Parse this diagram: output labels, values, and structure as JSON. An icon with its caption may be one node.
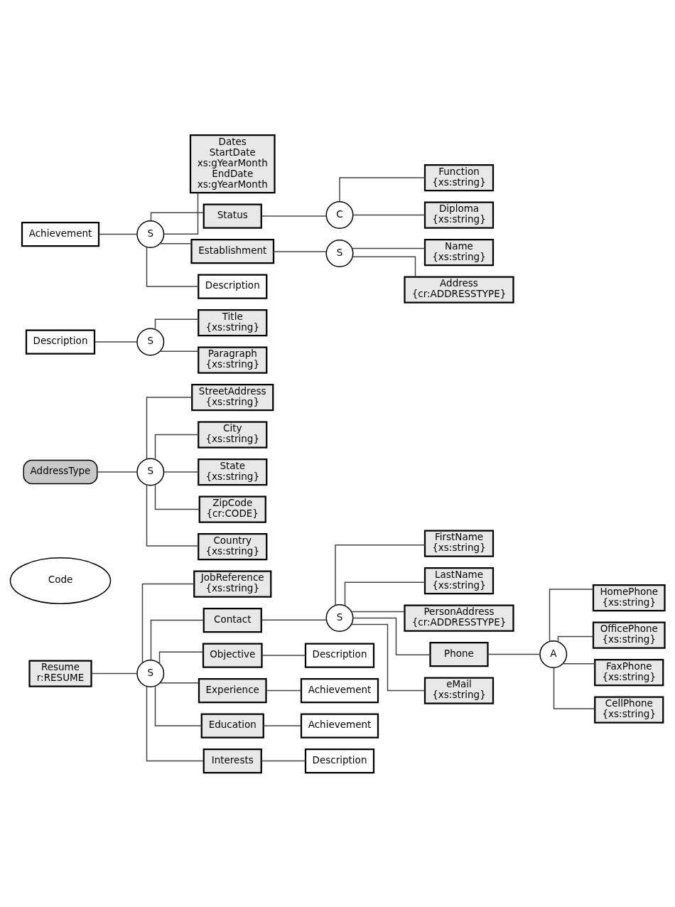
{
  "diagram": {
    "nodes": [
      {
        "text": [
          "Resume",
          "r:RESUME"
        ]
      },
      {
        "text": [
          "S"
        ]
      },
      {
        "text": [
          "JobReference",
          "{xs:string}"
        ]
      },
      {
        "text": [
          "Contact"
        ]
      },
      {
        "text": [
          "S"
        ]
      },
      {
        "text": [
          "FirstName",
          "{xs:string}"
        ]
      },
      {
        "text": [
          "LastName",
          "{xs:string}"
        ]
      },
      {
        "text": [
          "PersonAddress",
          "{cr:ADDRESSTYPE}"
        ]
      },
      {
        "text": [
          "Phone"
        ]
      },
      {
        "text": [
          "A"
        ]
      },
      {
        "text": [
          "HomePhone",
          "{xs:string}"
        ]
      },
      {
        "text": [
          "OfficePhone",
          "{xs:string}"
        ]
      },
      {
        "text": [
          "FaxPhone",
          "{xs:string}"
        ]
      },
      {
        "text": [
          "CellPhone",
          "{xs:string}"
        ]
      },
      {
        "text": [
          "eMail",
          "{xs:string}"
        ]
      },
      {
        "text": [
          "Objective"
        ]
      },
      {
        "text": [
          "Description"
        ]
      },
      {
        "text": [
          "Experience"
        ]
      },
      {
        "text": [
          "Achievement"
        ]
      },
      {
        "text": [
          "Education"
        ]
      },
      {
        "text": [
          "Achievement"
        ]
      },
      {
        "text": [
          "Interests"
        ]
      },
      {
        "text": [
          "Description"
        ]
      },
      {
        "text": [
          "Code"
        ]
      },
      {
        "text": [
          "AddressType"
        ]
      },
      {
        "text": [
          "S"
        ]
      },
      {
        "text": [
          "StreetAddress",
          "{xs:string}"
        ]
      },
      {
        "text": [
          "City",
          "{xs:string}"
        ]
      },
      {
        "text": [
          "State",
          "{xs:string}"
        ]
      },
      {
        "text": [
          "ZipCode",
          "{cr:CODE}"
        ]
      },
      {
        "text": [
          "Country",
          "{xs:string}"
        ]
      },
      {
        "text": [
          "Description"
        ]
      },
      {
        "text": [
          "S"
        ]
      },
      {
        "text": [
          "Title",
          "{xs:string}"
        ]
      },
      {
        "text": [
          "Paragraph",
          "{xs:string}"
        ]
      },
      {
        "text": [
          "Achievement"
        ]
      },
      {
        "text": [
          "S"
        ]
      },
      {
        "text": [
          "Dates",
          "StartDate",
          "xs:gYearMonth",
          "EndDate",
          "xs:gYearMonth"
        ]
      },
      {
        "text": [
          "Status"
        ]
      },
      {
        "text": [
          "C"
        ]
      },
      {
        "text": [
          "Function",
          "{xs:string}"
        ]
      },
      {
        "text": [
          "Diploma",
          "{xs:string}"
        ]
      },
      {
        "text": [
          "Establishment"
        ]
      },
      {
        "text": [
          "S"
        ]
      },
      {
        "text": [
          "Name",
          "{xs:string}"
        ]
      },
      {
        "text": [
          "Address",
          "{cr:ADDRESSTYPE}"
        ]
      },
      {
        "text": [
          "Description"
        ]
      }
    ],
    "edges": [
      {
        "from": 0,
        "to": 1,
        "arrow": "none"
      },
      {
        "from": 1,
        "to": 2,
        "arrow": "none"
      },
      {
        "from": 1,
        "to": 3,
        "arrow": "none"
      },
      {
        "from": 3,
        "to": 4,
        "arrow": "none"
      },
      {
        "from": 4,
        "to": 5,
        "arrow": "none"
      },
      {
        "from": 4,
        "to": 6,
        "arrow": "none"
      },
      {
        "from": 4,
        "to": 7,
        "arrow": "none"
      },
      {
        "from": 4,
        "to": 8,
        "arrow": "none"
      },
      {
        "from": 8,
        "to": 9,
        "arrow": "none"
      },
      {
        "from": 9,
        "to": 10,
        "arrow": "none"
      },
      {
        "from": 9,
        "to": 11,
        "arrow": "none"
      },
      {
        "from": 9,
        "to": 12,
        "arrow": "none"
      },
      {
        "from": 9,
        "to": 13,
        "arrow": "none"
      },
      {
        "from": 4,
        "to": 14,
        "arrow": "none"
      },
      {
        "from": 1,
        "to": 15,
        "arrow": "none"
      },
      {
        "from": 15,
        "to": 16,
        "arrow": "none"
      },
      {
        "from": 1,
        "to": 17,
        "arrow": "none"
      },
      {
        "from": 17,
        "to": 18,
        "arrow": "none"
      },
      {
        "from": 1,
        "to": 19,
        "arrow": "none"
      },
      {
        "from": 19,
        "to": 20,
        "arrow": "none"
      },
      {
        "from": 1,
        "to": 21,
        "arrow": "none"
      },
      {
        "from": 21,
        "to": 22,
        "arrow": "none"
      },
      {
        "from": 24,
        "to": 25,
        "arrow": "none"
      },
      {
        "from": 25,
        "to": 26,
        "arrow": "none"
      },
      {
        "from": 25,
        "to": 27,
        "arrow": "none"
      },
      {
        "from": 25,
        "to": 28,
        "arrow": "none"
      },
      {
        "from": 25,
        "to": 29,
        "arrow": "none"
      },
      {
        "from": 25,
        "to": 30,
        "arrow": "none"
      },
      {
        "from": 31,
        "to": 32,
        "arrow": "none"
      },
      {
        "from": 32,
        "to": 33,
        "arrow": "none"
      },
      {
        "from": 32,
        "to": 34,
        "arrow": "none"
      },
      {
        "from": 35,
        "to": 36,
        "arrow": "none"
      },
      {
        "from": 36,
        "to": 37,
        "arrow": "none"
      },
      {
        "from": 36,
        "to": 38,
        "arrow": "none"
      },
      {
        "from": 38,
        "to": 39,
        "arrow": "none"
      },
      {
        "from": 39,
        "to": 40,
        "arrow": "none"
      },
      {
        "from": 39,
        "to": 41,
        "arrow": "none"
      },
      {
        "from": 36,
        "to": 42,
        "arrow": "none"
      },
      {
        "from": 42,
        "to": 43,
        "arrow": "none"
      },
      {
        "from": 43,
        "to": 44,
        "arrow": "none"
      },
      {
        "from": 43,
        "to": 45,
        "arrow": "none"
      },
      {
        "from": 36,
        "to": 46,
        "arrow": "none"
      }
    ]
  }
}
